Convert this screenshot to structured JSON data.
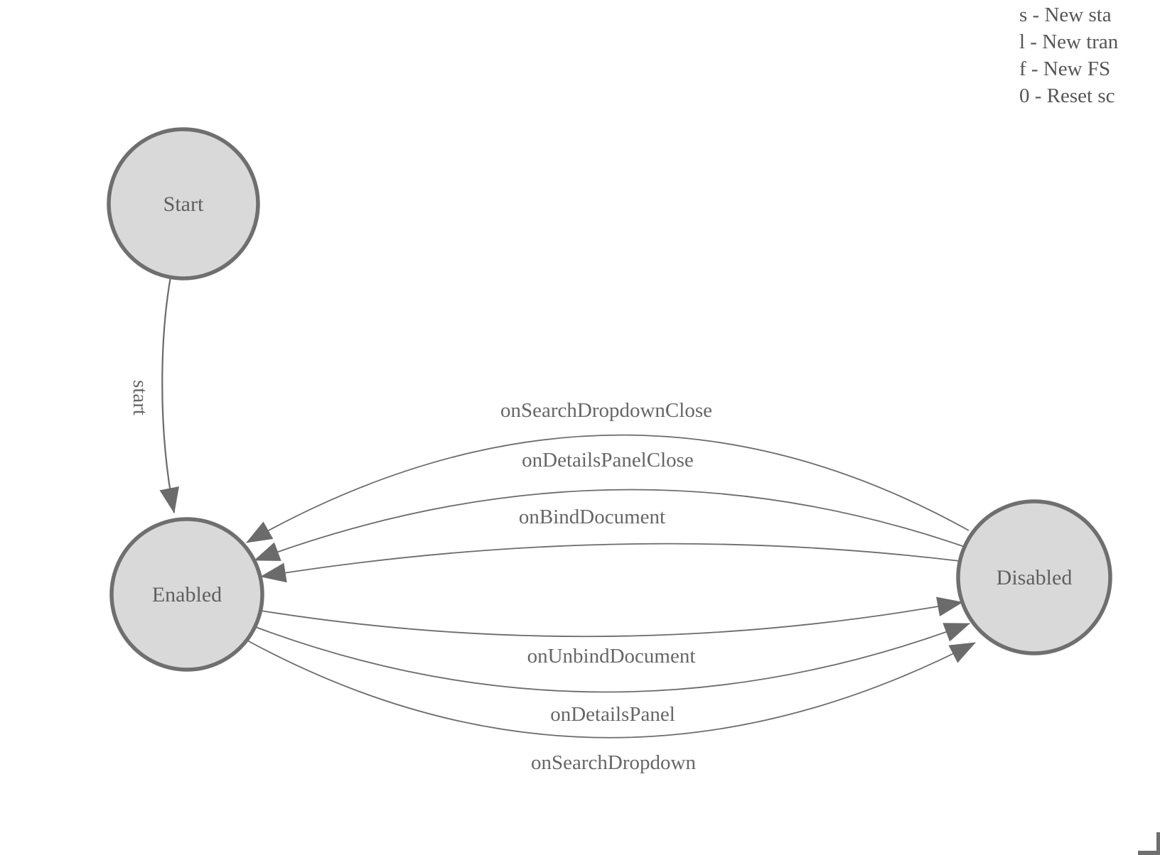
{
  "legend": {
    "lines": [
      {
        "label": "s - New sta"
      },
      {
        "label": "l - New tran"
      },
      {
        "label": "f - New FS"
      },
      {
        "label": "0 - Reset sc"
      }
    ]
  },
  "states": {
    "start": {
      "label": "Start"
    },
    "enabled": {
      "label": "Enabled"
    },
    "disabled": {
      "label": "Disabled"
    }
  },
  "transitions": {
    "start": {
      "label": "start",
      "from": "Start",
      "to": "Enabled"
    },
    "onSearchDropdownClose": {
      "label": "onSearchDropdownClose",
      "from": "Disabled",
      "to": "Enabled"
    },
    "onDetailsPanelClose": {
      "label": "onDetailsPanelClose",
      "from": "Disabled",
      "to": "Enabled"
    },
    "onBindDocument": {
      "label": "onBindDocument",
      "from": "Disabled",
      "to": "Enabled"
    },
    "onUnbindDocument": {
      "label": "onUnbindDocument",
      "from": "Enabled",
      "to": "Disabled"
    },
    "onDetailsPanel": {
      "label": "onDetailsPanel",
      "from": "Enabled",
      "to": "Disabled"
    },
    "onSearchDropdown": {
      "label": "onSearchDropdown",
      "from": "Enabled",
      "to": "Disabled"
    }
  },
  "colors": {
    "state_fill": "#d9d9d9",
    "state_stroke": "#6f6f6f",
    "edge_stroke": "#6b6b6b",
    "edge_label_text": "#666666",
    "state_label_text": "#5f5f5f",
    "legend_text": "#555555",
    "background": "#ffffff"
  }
}
